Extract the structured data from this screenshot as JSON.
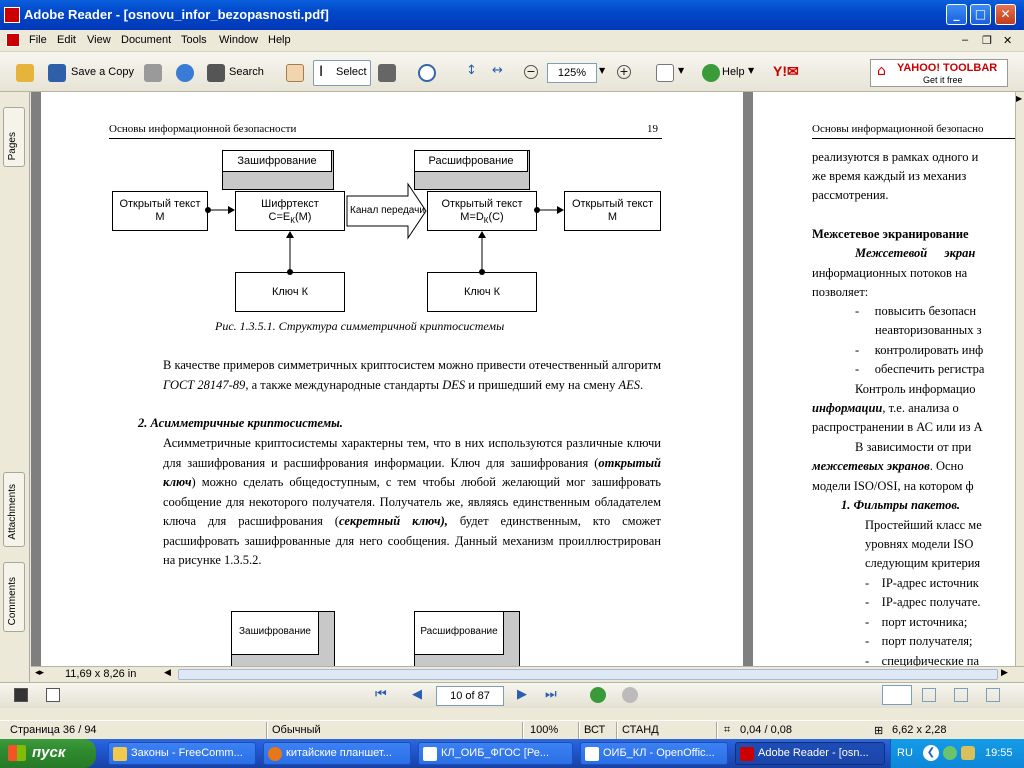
{
  "window": {
    "title": "Adobe Reader - [osnovu_infor_bezopasnosti.pdf]"
  },
  "menu": [
    "File",
    "Edit",
    "View",
    "Document",
    "Tools",
    "Window",
    "Help"
  ],
  "toolbar": {
    "save_copy": "Save a Copy",
    "search": "Search",
    "select": "Select",
    "zoom": "125%",
    "help": "Help",
    "yahoo_brand": "YAHOO! TOOLBAR",
    "yahoo_sub": "Get it free"
  },
  "left_tabs": [
    "Pages",
    "Attachments",
    "Comments"
  ],
  "page_left": {
    "header_title": "Основы информационной безопасности",
    "page_number": "19",
    "diagram": {
      "encrypt_label": "Зашифрование",
      "decrypt_label": "Расшифрование",
      "plain_left_1": "Открытый текст",
      "plain_left_2": "М",
      "cipher_1": "Шифртекст",
      "cipher_2": "C=E",
      "cipher_sub": "К",
      "cipher_3": "(M)",
      "channel": "Канал передачи",
      "plain_mid_1": "Открытый текст",
      "plain_mid_2": "M=D",
      "plain_mid_sub": "К",
      "plain_mid_3": "(C)",
      "plain_right_1": "Открытый текст",
      "plain_right_2": "М",
      "key_left": "Ключ К",
      "key_right": "Ключ К"
    },
    "caption": "Рис. 1.3.5.1. Структура симметричной криптосистемы",
    "para1_a": "В качестве примеров симметричных криптосистем можно привести отечественный алгоритм ",
    "para1_gost": "ГОСТ 28147-89",
    "para1_b": ", а также международные стандарты ",
    "para1_des": "DES",
    "para1_c": " и пришедший ему на смену ",
    "para1_aes": "AES",
    "para1_d": ".",
    "heading2": "2. Асимметричные криптосистемы.",
    "para2_a": "Асимметричные криптосистемы характерны тем, что в них используются различные ключи для зашифрования и расшифрования информации. Ключ для зашифрования (",
    "para2_open": "открытый ключ",
    "para2_b": ") можно сделать общедоступным, с тем чтобы любой желающий мог зашифровать сообщение для некоторого получателя. Получатель же, являясь единственным обладателем ключа для расшифрования (",
    "para2_secret": "секретный ключ),",
    "para2_c": " будет единственным, кто сможет расшифровать зашифрованные для него  сообщения. Данный механизм проиллюстрирован на рисунке 1.3.5.2.",
    "diagram2_encrypt": "Зашифрование",
    "diagram2_decrypt": "Расшифрование"
  },
  "page_right": {
    "header_title": "Основы информационной безопасно",
    "lines": [
      "реализуются в рамках одного и",
      "же время каждый из механиз",
      "рассмотрения."
    ],
    "heading": "Межсетевое экранирование",
    "p1_a": "Межсетевой экран",
    "p1_b": "информационных потоков на",
    "p1_c": "позволяет:",
    "bullets": [
      "повысить безопасн",
      "неавторизованных з",
      "контролировать инф",
      "обеспечить регистра"
    ],
    "p2_a": "Контроль информацио",
    "p2_b": "информации",
    "p2_c": ", т.е. анализа о",
    "p2_d": "распространении в АС или из А",
    "p3_a": "В зависимости от при",
    "p3_b": "межсетевых экранов",
    "p3_c": ". Осно",
    "p3_d": "модели ISO/OSI, на котором ф",
    "sub_heading": "1. Фильтры пакетов.",
    "p4": [
      "Простейший класс ме",
      "уровнях модели ISO",
      "следующим критерия"
    ],
    "bullets2": [
      "IP-адрес источник",
      "IP-адрес получате.",
      "порт источника;",
      "порт получателя;",
      "специфические па"
    ]
  },
  "doc_bottom": {
    "page_size": "11,69 x 8,26 in"
  },
  "nav": {
    "page_field": "10 of 87"
  },
  "status": {
    "page": "Страница  36 / 94",
    "style": "Обычный",
    "zoom": "100%",
    "mode1": "ВСТ",
    "mode2": "СТАНД",
    "pos": "0,04 / 0,08",
    "size": "6,62 x 2,28"
  },
  "taskbar": {
    "start": "пуск",
    "tasks": [
      "Законы - FreeComm...",
      "китайские планшет...",
      "КЛ_ОИБ_ФГОС [Ре...",
      "ОИБ_КЛ - OpenOffic...",
      "Adobe Reader - [osn..."
    ],
    "lang": "RU",
    "clock": "19:55"
  }
}
